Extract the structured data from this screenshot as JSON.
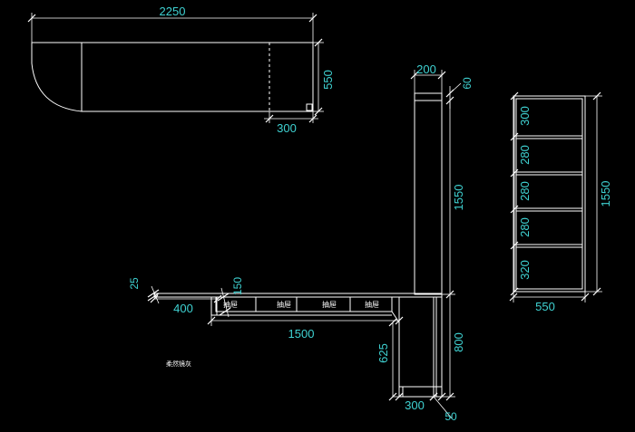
{
  "dimensions": {
    "top_width": "2250",
    "top_height": "550",
    "top_inset": "300",
    "tower_width": "200",
    "tower_top": "60",
    "tower_height": "1550",
    "shelf_total": "1550",
    "shelf_1": "300",
    "shelf_2": "280",
    "shelf_3": "280",
    "shelf_4": "280",
    "shelf_5": "320",
    "shelf_width": "550",
    "desk_thickness": "25",
    "desk_overhang": "400",
    "drawer_height": "150",
    "desk_length": "1500",
    "desk_height": "800",
    "leg_height": "625",
    "leg_width": "300",
    "leg_base": "50"
  },
  "drawers": [
    "抽屉",
    "抽屉",
    "抽屉",
    "抽屉"
  ],
  "note": "柔然镜灰"
}
